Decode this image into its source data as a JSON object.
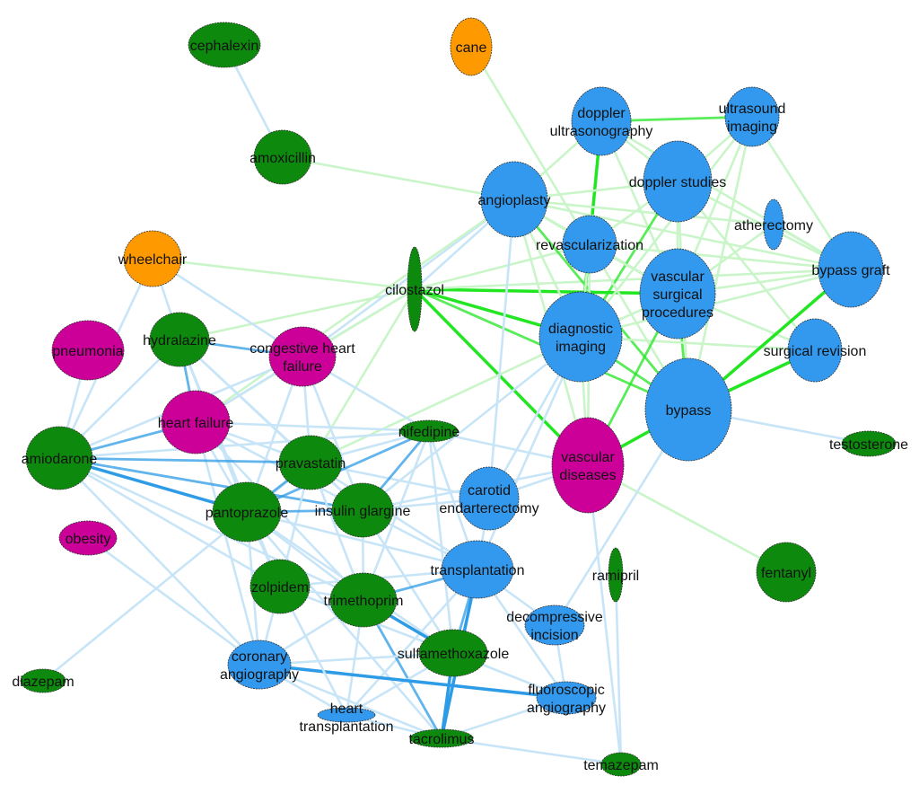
{
  "colors": {
    "procedure": "#3399ee",
    "drug": "#0d8a0d",
    "condition": "#cc0099",
    "device": "#ff9900",
    "edge_green_strong": "#22e622",
    "edge_green_light": "#c9f5c9",
    "edge_blue_strong": "#2d9be6",
    "edge_blue_light": "#c8e5f8"
  },
  "nodes": [
    {
      "id": "cephalexin",
      "lines": [
        "cephalexin"
      ],
      "type": "drug"
    },
    {
      "id": "cane",
      "lines": [
        "cane"
      ],
      "type": "device"
    },
    {
      "id": "amoxicillin",
      "lines": [
        "amoxicillin"
      ],
      "type": "drug"
    },
    {
      "id": "doppler ultrasonography",
      "lines": [
        "doppler",
        "ultrasonography"
      ],
      "type": "procedure"
    },
    {
      "id": "ultrasound imaging",
      "lines": [
        "ultrasound",
        "imaging"
      ],
      "type": "procedure"
    },
    {
      "id": "angioplasty",
      "lines": [
        "angioplasty"
      ],
      "type": "procedure"
    },
    {
      "id": "doppler studies",
      "lines": [
        "doppler studies"
      ],
      "type": "procedure"
    },
    {
      "id": "atherectomy",
      "lines": [
        "atherectomy"
      ],
      "type": "procedure"
    },
    {
      "id": "revascularization",
      "lines": [
        "revascularization"
      ],
      "type": "procedure"
    },
    {
      "id": "wheelchair",
      "lines": [
        "wheelchair"
      ],
      "type": "device"
    },
    {
      "id": "cilostazol",
      "lines": [
        "cilostazol"
      ],
      "type": "drug"
    },
    {
      "id": "bypass graft",
      "lines": [
        "bypass graft"
      ],
      "type": "procedure"
    },
    {
      "id": "vascular surgical procedures",
      "lines": [
        "vascular",
        "surgical",
        "procedures"
      ],
      "type": "procedure"
    },
    {
      "id": "pneumonia",
      "lines": [
        "pneumonia"
      ],
      "type": "condition"
    },
    {
      "id": "hydralazine",
      "lines": [
        "hydralazine"
      ],
      "type": "drug"
    },
    {
      "id": "congestive heart failure",
      "lines": [
        "congestive heart",
        "failure"
      ],
      "type": "condition"
    },
    {
      "id": "diagnostic imaging",
      "lines": [
        "diagnostic",
        "imaging"
      ],
      "type": "procedure"
    },
    {
      "id": "surgical revision",
      "lines": [
        "surgical revision"
      ],
      "type": "procedure"
    },
    {
      "id": "heart failure",
      "lines": [
        "heart failure"
      ],
      "type": "condition"
    },
    {
      "id": "bypass",
      "lines": [
        "bypass"
      ],
      "type": "procedure"
    },
    {
      "id": "nifedipine",
      "lines": [
        "nifedipine"
      ],
      "type": "drug"
    },
    {
      "id": "testosterone",
      "lines": [
        "testosterone"
      ],
      "type": "drug"
    },
    {
      "id": "amiodarone",
      "lines": [
        "amiodarone"
      ],
      "type": "drug"
    },
    {
      "id": "pravastatin",
      "lines": [
        "pravastatin"
      ],
      "type": "drug"
    },
    {
      "id": "vascular diseases",
      "lines": [
        "vascular",
        "diseases"
      ],
      "type": "condition"
    },
    {
      "id": "carotid endarterectomy",
      "lines": [
        "carotid",
        "endarterectomy"
      ],
      "type": "procedure"
    },
    {
      "id": "pantoprazole",
      "lines": [
        "pantoprazole"
      ],
      "type": "drug"
    },
    {
      "id": "insulin glargine",
      "lines": [
        "insulin glargine"
      ],
      "type": "drug"
    },
    {
      "id": "obesity",
      "lines": [
        "obesity"
      ],
      "type": "condition"
    },
    {
      "id": "transplantation",
      "lines": [
        "transplantation"
      ],
      "type": "procedure"
    },
    {
      "id": "ramipril",
      "lines": [
        "ramipril"
      ],
      "type": "drug"
    },
    {
      "id": "fentanyl",
      "lines": [
        "fentanyl"
      ],
      "type": "drug"
    },
    {
      "id": "zolpidem",
      "lines": [
        "zolpidem"
      ],
      "type": "drug"
    },
    {
      "id": "trimethoprim",
      "lines": [
        "trimethoprim"
      ],
      "type": "drug"
    },
    {
      "id": "decompressive incision",
      "lines": [
        "decompressive",
        "incision"
      ],
      "type": "procedure"
    },
    {
      "id": "sulfamethoxazole",
      "lines": [
        "sulfamethoxazole"
      ],
      "type": "drug"
    },
    {
      "id": "coronary angiography",
      "lines": [
        "coronary",
        "angiography"
      ],
      "type": "procedure"
    },
    {
      "id": "diazepam",
      "lines": [
        "diazepam"
      ],
      "type": "drug"
    },
    {
      "id": "fluoroscopic angiography",
      "lines": [
        "fluoroscopic",
        "angiography"
      ],
      "type": "procedure"
    },
    {
      "id": "heart transplantation",
      "lines": [
        "heart",
        "transplantation"
      ],
      "type": "procedure"
    },
    {
      "id": "tacrolimus",
      "lines": [
        "tacrolimus"
      ],
      "type": "drug"
    },
    {
      "id": "temazepam",
      "lines": [
        "temazepam"
      ],
      "type": "drug"
    }
  ],
  "edges": [
    [
      "cephalexin",
      "amoxicillin",
      "blue",
      1
    ],
    [
      "amoxicillin",
      "angioplasty",
      "green",
      1
    ],
    [
      "cane",
      "revascularization",
      "green",
      1
    ],
    [
      "wheelchair",
      "cilostazol",
      "green",
      1
    ],
    [
      "cilostazol",
      "angioplasty",
      "blue",
      1
    ],
    [
      "cilostazol",
      "revascularization",
      "green",
      1
    ],
    [
      "cilostazol",
      "diagnostic imaging",
      "green",
      3
    ],
    [
      "cilostazol",
      "vascular surgical procedures",
      "green",
      3
    ],
    [
      "cilostazol",
      "bypass graft",
      "green",
      1
    ],
    [
      "cilostazol",
      "vascular diseases",
      "green",
      3
    ],
    [
      "cilostazol",
      "bypass",
      "green",
      2
    ],
    [
      "cilostazol",
      "hydralazine",
      "green",
      1
    ],
    [
      "cilostazol",
      "congestive heart failure",
      "blue",
      1
    ],
    [
      "cilostazol",
      "pravastatin",
      "green",
      1
    ],
    [
      "cilostazol",
      "heart failure",
      "green",
      1
    ],
    [
      "doppler ultrasonography",
      "ultrasound imaging",
      "green",
      2
    ],
    [
      "doppler ultrasonography",
      "doppler studies",
      "green",
      1
    ],
    [
      "doppler ultrasonography",
      "angioplasty",
      "green",
      1
    ],
    [
      "doppler ultrasonography",
      "revascularization",
      "green",
      1
    ],
    [
      "doppler ultrasonography",
      "diagnostic imaging",
      "green",
      3
    ],
    [
      "doppler ultrasonography",
      "bypass graft",
      "green",
      1
    ],
    [
      "doppler ultrasonography",
      "vascular surgical procedures",
      "green",
      1
    ],
    [
      "ultrasound imaging",
      "doppler studies",
      "green",
      1
    ],
    [
      "ultrasound imaging",
      "bypass graft",
      "green",
      1
    ],
    [
      "ultrasound imaging",
      "diagnostic imaging",
      "green",
      1
    ],
    [
      "ultrasound imaging",
      "vascular surgical procedures",
      "green",
      1
    ],
    [
      "ultrasound imaging",
      "bypass",
      "green",
      1
    ],
    [
      "angioplasty",
      "doppler studies",
      "green",
      1
    ],
    [
      "angioplasty",
      "revascularization",
      "green",
      1
    ],
    [
      "angioplasty",
      "diagnostic imaging",
      "green",
      1
    ],
    [
      "angioplasty",
      "vascular surgical procedures",
      "green",
      1
    ],
    [
      "angioplasty",
      "bypass graft",
      "green",
      1
    ],
    [
      "angioplasty",
      "bypass",
      "green",
      2
    ],
    [
      "angioplasty",
      "atherectomy",
      "green",
      1
    ],
    [
      "doppler studies",
      "revascularization",
      "green",
      1
    ],
    [
      "doppler studies",
      "bypass graft",
      "green",
      1
    ],
    [
      "doppler studies",
      "diagnostic imaging",
      "green",
      2
    ],
    [
      "doppler studies",
      "vascular surgical procedures",
      "green",
      1
    ],
    [
      "doppler studies",
      "bypass",
      "green",
      1
    ],
    [
      "doppler studies",
      "surgical revision",
      "green",
      1
    ],
    [
      "atherectomy",
      "bypass graft",
      "green",
      1
    ],
    [
      "atherectomy",
      "vascular surgical procedures",
      "green",
      1
    ],
    [
      "revascularization",
      "vascular surgical procedures",
      "green",
      1
    ],
    [
      "revascularization",
      "diagnostic imaging",
      "green",
      1
    ],
    [
      "revascularization",
      "bypass",
      "green",
      1
    ],
    [
      "revascularization",
      "bypass graft",
      "green",
      1
    ],
    [
      "vascular surgical procedures",
      "bypass graft",
      "green",
      1
    ],
    [
      "vascular surgical procedures",
      "bypass",
      "green",
      2
    ],
    [
      "vascular surgical procedures",
      "surgical revision",
      "green",
      1
    ],
    [
      "vascular surgical procedures",
      "diagnostic imaging",
      "green",
      1
    ],
    [
      "diagnostic imaging",
      "bypass",
      "green",
      2
    ],
    [
      "diagnostic imaging",
      "vascular diseases",
      "green",
      1
    ],
    [
      "diagnostic imaging",
      "bypass graft",
      "green",
      1
    ],
    [
      "diagnostic imaging",
      "surgical revision",
      "green",
      1
    ],
    [
      "bypass",
      "bypass graft",
      "green",
      3
    ],
    [
      "bypass",
      "surgical revision",
      "green",
      3
    ],
    [
      "bypass",
      "vascular diseases",
      "green",
      3
    ],
    [
      "vascular diseases",
      "angioplasty",
      "green",
      1
    ],
    [
      "vascular diseases",
      "revascularization",
      "green",
      1
    ],
    [
      "vascular diseases",
      "vascular surgical procedures",
      "green",
      2
    ],
    [
      "vascular diseases",
      "fentanyl",
      "green",
      1
    ],
    [
      "bypass",
      "testosterone",
      "blue",
      1
    ],
    [
      "congestive heart failure",
      "angioplasty",
      "blue",
      1
    ],
    [
      "heart failure",
      "angioplasty",
      "green",
      1
    ],
    [
      "pravastatin",
      "diagnostic imaging",
      "green",
      1
    ],
    [
      "carotid endarterectomy",
      "diagnostic imaging",
      "blue",
      1
    ],
    [
      "carotid endarterectomy",
      "angioplasty",
      "blue",
      1
    ],
    [
      "wheelchair",
      "hydralazine",
      "blue",
      1
    ],
    [
      "wheelchair",
      "amiodarone",
      "blue",
      1
    ],
    [
      "wheelchair",
      "congestive heart failure",
      "blue",
      1
    ],
    [
      "pneumonia",
      "amiodarone",
      "blue",
      1
    ],
    [
      "hydralazine",
      "congestive heart failure",
      "blue",
      2
    ],
    [
      "hydralazine",
      "heart failure",
      "blue",
      2
    ],
    [
      "hydralazine",
      "amiodarone",
      "blue",
      1
    ],
    [
      "hydralazine",
      "pantoprazole",
      "blue",
      1
    ],
    [
      "hydralazine",
      "pravastatin",
      "blue",
      1
    ],
    [
      "hydralazine",
      "insulin glargine",
      "blue",
      1
    ],
    [
      "hydralazine",
      "zolpidem",
      "blue",
      1
    ],
    [
      "congestive heart failure",
      "heart failure",
      "blue",
      1
    ],
    [
      "congestive heart failure",
      "amiodarone",
      "blue",
      1
    ],
    [
      "congestive heart failure",
      "pantoprazole",
      "blue",
      1
    ],
    [
      "congestive heart failure",
      "pravastatin",
      "blue",
      1
    ],
    [
      "congestive heart failure",
      "nifedipine",
      "blue",
      1
    ],
    [
      "congestive heart failure",
      "insulin glargine",
      "blue",
      1
    ],
    [
      "heart failure",
      "amiodarone",
      "blue",
      2
    ],
    [
      "heart failure",
      "pantoprazole",
      "blue",
      1
    ],
    [
      "heart failure",
      "pravastatin",
      "blue",
      1
    ],
    [
      "heart failure",
      "insulin glargine",
      "blue",
      1
    ],
    [
      "heart failure",
      "nifedipine",
      "blue",
      1
    ],
    [
      "heart failure",
      "trimethoprim",
      "blue",
      1
    ],
    [
      "heart failure",
      "coronary angiography",
      "blue",
      1
    ],
    [
      "amiodarone",
      "pravastatin",
      "blue",
      2
    ],
    [
      "amiodarone",
      "pantoprazole",
      "blue",
      3
    ],
    [
      "amiodarone",
      "insulin glargine",
      "blue",
      2
    ],
    [
      "amiodarone",
      "nifedipine",
      "blue",
      1
    ],
    [
      "amiodarone",
      "zolpidem",
      "blue",
      1
    ],
    [
      "amiodarone",
      "trimethoprim",
      "blue",
      1
    ],
    [
      "amiodarone",
      "coronary angiography",
      "blue",
      1
    ],
    [
      "diazepam",
      "pravastatin",
      "blue",
      1
    ],
    [
      "obesity",
      "coronary angiography",
      "blue",
      1
    ],
    [
      "pravastatin",
      "nifedipine",
      "blue",
      1
    ],
    [
      "pravastatin",
      "pantoprazole",
      "blue",
      2
    ],
    [
      "pravastatin",
      "insulin glargine",
      "blue",
      1
    ],
    [
      "pravastatin",
      "carotid endarterectomy",
      "blue",
      1
    ],
    [
      "pravastatin",
      "transplantation",
      "blue",
      1
    ],
    [
      "pravastatin",
      "trimethoprim",
      "blue",
      1
    ],
    [
      "pravastatin",
      "zolpidem",
      "blue",
      1
    ],
    [
      "nifedipine",
      "vascular diseases",
      "blue",
      1
    ],
    [
      "nifedipine",
      "insulin glargine",
      "blue",
      2
    ],
    [
      "nifedipine",
      "pantoprazole",
      "blue",
      2
    ],
    [
      "nifedipine",
      "transplantation",
      "blue",
      1
    ],
    [
      "nifedipine",
      "sulfamethoxazole",
      "blue",
      1
    ],
    [
      "nifedipine",
      "trimethoprim",
      "blue",
      1
    ],
    [
      "pantoprazole",
      "insulin glargine",
      "blue",
      2
    ],
    [
      "pantoprazole",
      "zolpidem",
      "blue",
      1
    ],
    [
      "pantoprazole",
      "trimethoprim",
      "blue",
      1
    ],
    [
      "pantoprazole",
      "transplantation",
      "blue",
      1
    ],
    [
      "pantoprazole",
      "sulfamethoxazole",
      "blue",
      1
    ],
    [
      "pantoprazole",
      "tacrolimus",
      "blue",
      1
    ],
    [
      "pantoprazole",
      "coronary angiography",
      "blue",
      1
    ],
    [
      "insulin glargine",
      "carotid endarterectomy",
      "blue",
      1
    ],
    [
      "insulin glargine",
      "transplantation",
      "blue",
      1
    ],
    [
      "insulin glargine",
      "trimethoprim",
      "blue",
      1
    ],
    [
      "insulin glargine",
      "sulfamethoxazole",
      "blue",
      1
    ],
    [
      "insulin glargine",
      "vascular diseases",
      "blue",
      1
    ],
    [
      "carotid endarterectomy",
      "transplantation",
      "blue",
      1
    ],
    [
      "carotid endarterectomy",
      "vascular diseases",
      "blue",
      1
    ],
    [
      "transplantation",
      "trimethoprim",
      "blue",
      2
    ],
    [
      "transplantation",
      "sulfamethoxazole",
      "blue",
      2
    ],
    [
      "transplantation",
      "tacrolimus",
      "blue",
      3
    ],
    [
      "transplantation",
      "heart transplantation",
      "blue",
      1
    ],
    [
      "transplantation",
      "decompressive incision",
      "blue",
      1
    ],
    [
      "transplantation",
      "fluoroscopic angiography",
      "blue",
      1
    ],
    [
      "transplantation",
      "zolpidem",
      "blue",
      1
    ],
    [
      "trimethoprim",
      "sulfamethoxazole",
      "blue",
      3
    ],
    [
      "trimethoprim",
      "tacrolimus",
      "blue",
      2
    ],
    [
      "trimethoprim",
      "zolpidem",
      "blue",
      1
    ],
    [
      "trimethoprim",
      "coronary angiography",
      "blue",
      1
    ],
    [
      "trimethoprim",
      "heart transplantation",
      "blue",
      1
    ],
    [
      "sulfamethoxazole",
      "tacrolimus",
      "blue",
      3
    ],
    [
      "sulfamethoxazole",
      "heart transplantation",
      "blue",
      1
    ],
    [
      "sulfamethoxazole",
      "coronary angiography",
      "blue",
      1
    ],
    [
      "sulfamethoxazole",
      "fluoroscopic angiography",
      "blue",
      1
    ],
    [
      "coronary angiography",
      "fluoroscopic angiography",
      "blue",
      3
    ],
    [
      "coronary angiography",
      "heart transplantation",
      "blue",
      1
    ],
    [
      "coronary angiography",
      "tacrolimus",
      "blue",
      1
    ],
    [
      "coronary angiography",
      "zolpidem",
      "blue",
      1
    ],
    [
      "tacrolimus",
      "temazepam",
      "blue",
      1
    ],
    [
      "tacrolimus",
      "heart transplantation",
      "blue",
      1
    ],
    [
      "tacrolimus",
      "fluoroscopic angiography",
      "blue",
      1
    ],
    [
      "ramipril",
      "temazepam",
      "blue",
      1
    ],
    [
      "vascular diseases",
      "temazepam",
      "blue",
      1
    ],
    [
      "bypass",
      "decompressive incision",
      "blue",
      1
    ],
    [
      "decompressive incision",
      "fluoroscopic angiography",
      "blue",
      1
    ],
    [
      "zolpidem",
      "heart transplantation",
      "blue",
      1
    ],
    [
      "zolpidem",
      "sulfamethoxazole",
      "blue",
      1
    ],
    [
      "diagnostic imaging",
      "transplantation",
      "blue",
      1
    ],
    [
      "diagnostic imaging",
      "insulin glargine",
      "blue",
      1
    ]
  ]
}
